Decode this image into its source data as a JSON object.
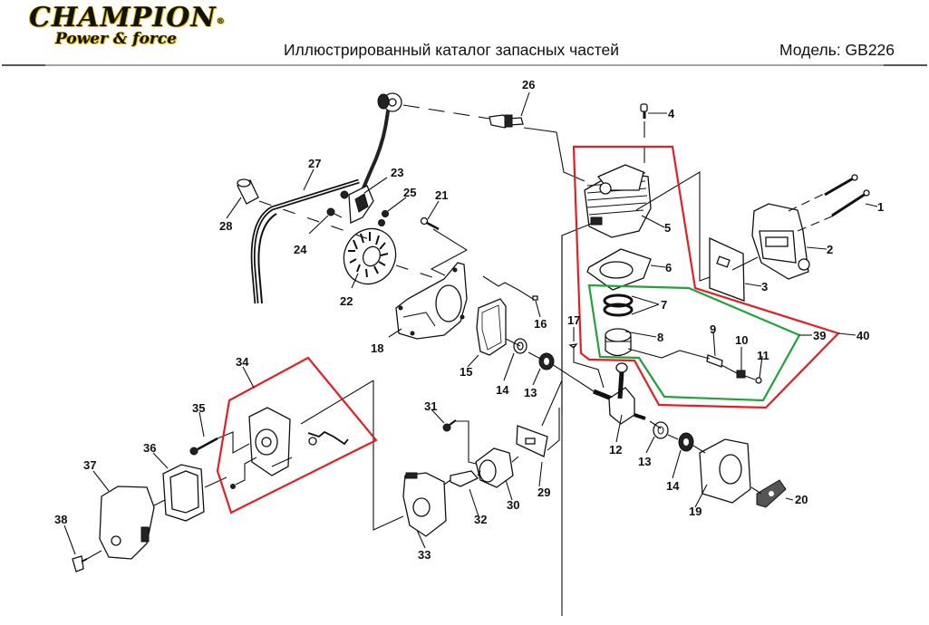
{
  "header": {
    "brand_name": "CHAMPION",
    "brand_registered": "®",
    "brand_tagline": "Power & force",
    "catalog_title": "Иллюстрированный каталог запасных частей",
    "model_label": "Модель: GB226"
  },
  "diagram": {
    "group_colors": {
      "red": "#e31e24",
      "green": "#1fa33a"
    },
    "groups": [
      {
        "id": "40",
        "color": "red",
        "parts": [
          "5",
          "6",
          "7",
          "8",
          "9",
          "10",
          "11"
        ]
      },
      {
        "id": "39",
        "color": "green",
        "parts": [
          "7",
          "8",
          "9",
          "10",
          "11"
        ]
      },
      {
        "id": "34",
        "color": "red",
        "parts": []
      }
    ],
    "callouts": [
      "1",
      "2",
      "3",
      "4",
      "5",
      "6",
      "7",
      "8",
      "9",
      "10",
      "11",
      "12",
      "13",
      "13",
      "14",
      "14",
      "15",
      "16",
      "17",
      "18",
      "19",
      "20",
      "21",
      "22",
      "23",
      "24",
      "25",
      "26",
      "27",
      "28",
      "29",
      "30",
      "31",
      "32",
      "33",
      "34",
      "35",
      "36",
      "37",
      "38",
      "39",
      "40"
    ]
  }
}
